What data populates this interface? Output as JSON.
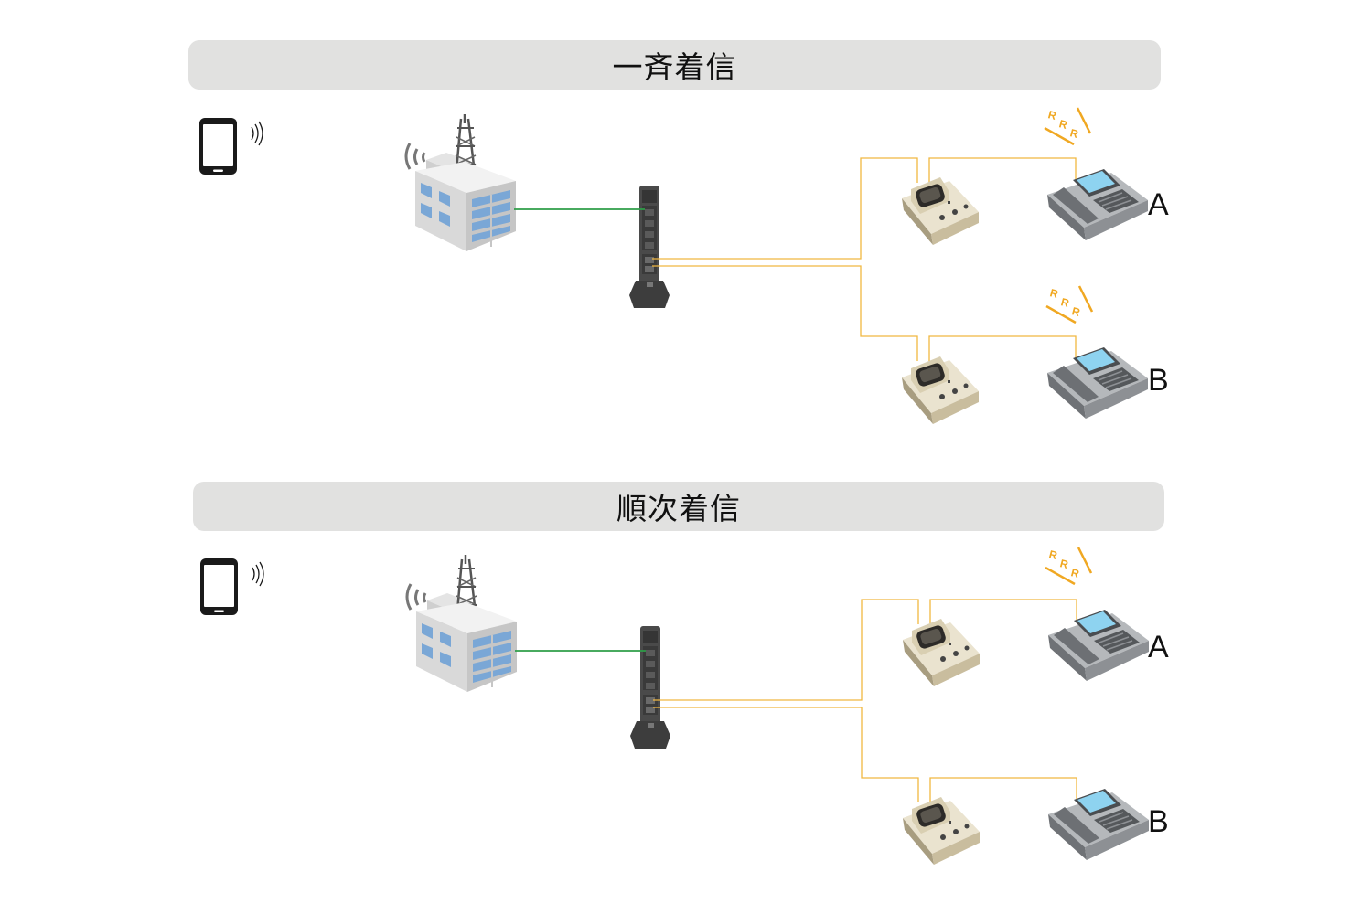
{
  "sections": [
    {
      "title": "一斉着信",
      "line_labels": [
        "A",
        "B"
      ],
      "ringing": [
        "A",
        "B"
      ]
    },
    {
      "title": "順次着信",
      "line_labels": [
        "A",
        "B"
      ],
      "ringing": [
        "A"
      ]
    }
  ],
  "ring_text": "RRR",
  "colors": {
    "wire_main": "#f0b840",
    "wire_network": "#2e9e48",
    "ring_accent": "#f0a822",
    "building_glass": "#7aa7d6",
    "interphone_body": "#d3c7a8",
    "phone_body": "#8d9094",
    "phone_screen": "#8ed3f0",
    "router_body": "#4a4a4a"
  },
  "icons": [
    "smartphone-icon",
    "signal-waves-icon",
    "building-with-antenna-icon",
    "router-icon",
    "interphone-icon",
    "desk-phone-icon",
    "ringing-icon"
  ]
}
